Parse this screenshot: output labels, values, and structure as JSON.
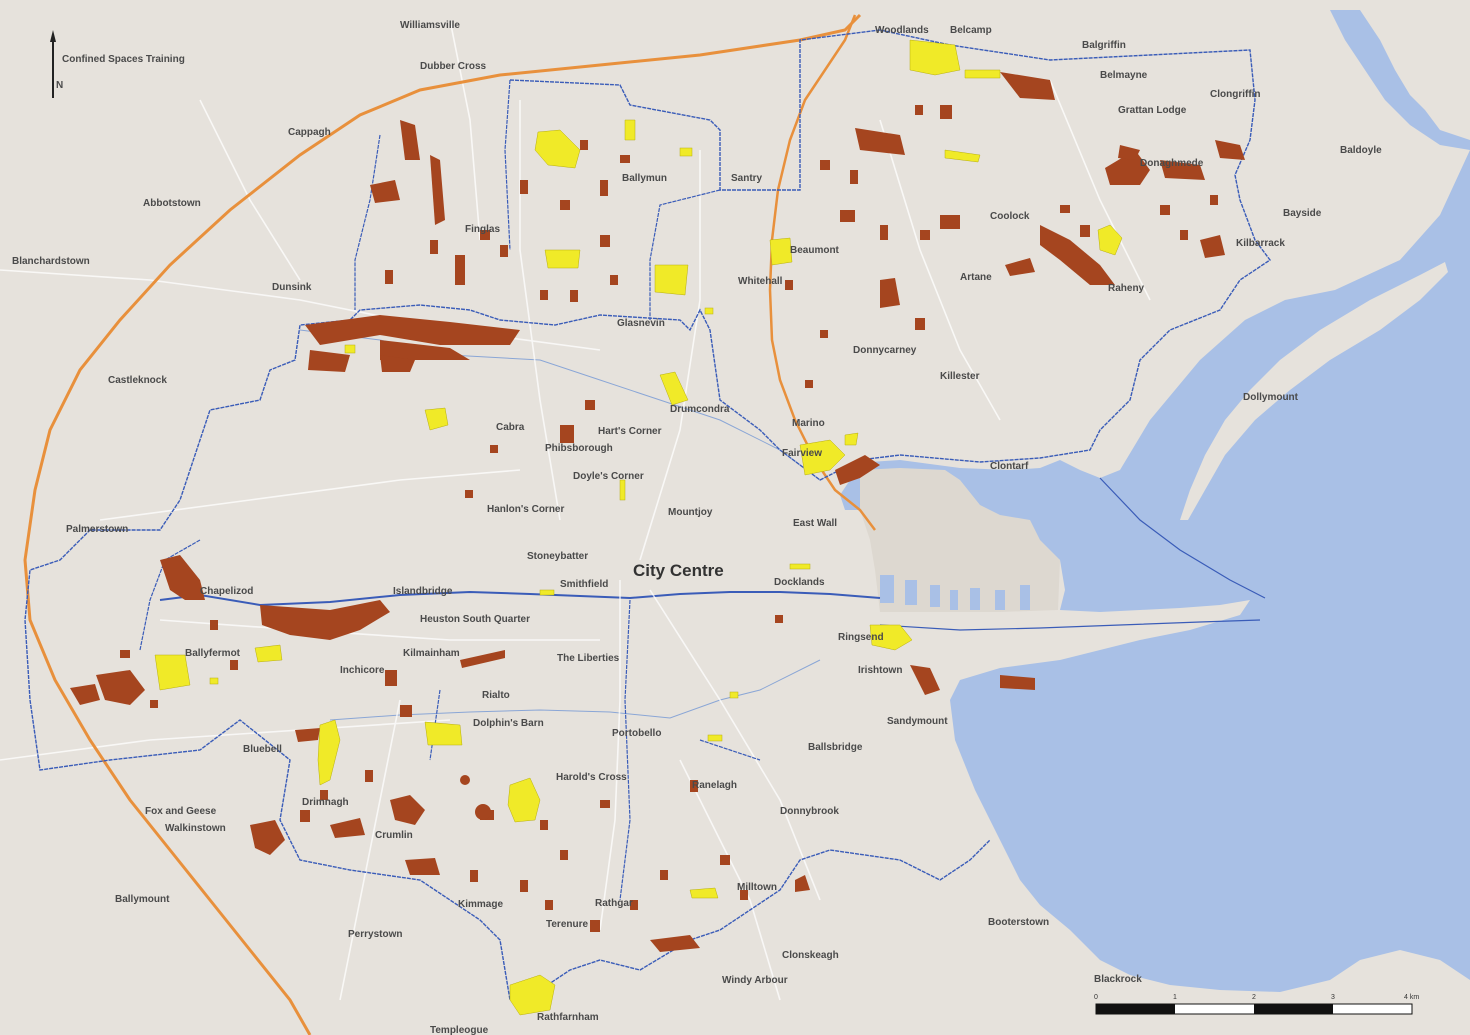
{
  "map": {
    "colors": {
      "land": "#e6e2dc",
      "sea": "#a9c0e6",
      "road_major": "#e8903c",
      "boundary": "#3a5cb8",
      "brown_sites": "#a5451f",
      "yellow_sites": "#f0ea28"
    },
    "north_label": "N",
    "training_label": "Confined Spaces Training",
    "city_centre": "City Centre",
    "places": {
      "williamsville": "Williamsville",
      "woodlands": "Woodlands",
      "belcamp": "Belcamp",
      "balgriffin": "Balgriffin",
      "belmayne": "Belmayne",
      "clongriffin": "Clongriffin",
      "grattan_lodge": "Grattan Lodge",
      "dubber_cross": "Dubber Cross",
      "cappagh": "Cappagh",
      "baldoyle": "Baldoyle",
      "donaghmede": "Donaghmede",
      "ballymun": "Ballymun",
      "santry": "Santry",
      "abbotstown": "Abbotstown",
      "coolock": "Coolock",
      "bayside": "Bayside",
      "finglas": "Finglas",
      "beaumont": "Beaumont",
      "kilbarrack": "Kilbarrack",
      "blanchardstown": "Blanchardstown",
      "whitehall": "Whitehall",
      "artane": "Artane",
      "raheny": "Raheny",
      "dunsink": "Dunsink",
      "glasnevin": "Glasnevin",
      "donnycarney": "Donnycarney",
      "killester": "Killester",
      "castleknock": "Castleknock",
      "drumcondra": "Drumcondra",
      "dollymount": "Dollymount",
      "marino": "Marino",
      "cabra": "Cabra",
      "harts_corner": "Hart's Corner",
      "phibsborough": "Phibsborough",
      "fairview": "Fairview",
      "clontarf": "Clontarf",
      "doyles_corner": "Doyle's Corner",
      "hanlons_corner": "Hanlon's Corner",
      "mountjoy": "Mountjoy",
      "palmerstown": "Palmerstown",
      "east_wall": "East Wall",
      "stoneybatter": "Stoneybatter",
      "smithfield": "Smithfield",
      "chapelizod": "Chapelizod",
      "islandbridge": "Islandbridge",
      "docklands": "Docklands",
      "heuston": "Heuston South Quarter",
      "ringsend": "Ringsend",
      "ballyfermot": "Ballyfermot",
      "kilmainham": "Kilmainham",
      "the_liberties": "The Liberties",
      "inchicore": "Inchicore",
      "irishtown": "Irishtown",
      "rialto": "Rialto",
      "dolphins_barn": "Dolphin's Barn",
      "sandymount": "Sandymount",
      "portobello": "Portobello",
      "bluebell": "Bluebell",
      "ballsbridge": "Ballsbridge",
      "harolds_cross": "Harold's Cross",
      "ranelagh": "Ranelagh",
      "fox_and_geese": "Fox and Geese",
      "drimnagh": "Drimnagh",
      "donnybrook": "Donnybrook",
      "walkinstown": "Walkinstown",
      "crumlin": "Crumlin",
      "milltown": "Milltown",
      "ballymount": "Ballymount",
      "kimmage": "Kimmage",
      "rathgar": "Rathgar",
      "booterstown": "Booterstown",
      "terenure": "Terenure",
      "perrystown": "Perrystown",
      "clonskeagh": "Clonskeagh",
      "windy_arbour": "Windy Arbour",
      "blackrock": "Blackrock",
      "rathfarnham": "Rathfarnham",
      "templeogue": "Templeogue"
    },
    "scale_bar": {
      "ticks": [
        "0",
        "1",
        "2",
        "3",
        "4 km"
      ]
    }
  }
}
